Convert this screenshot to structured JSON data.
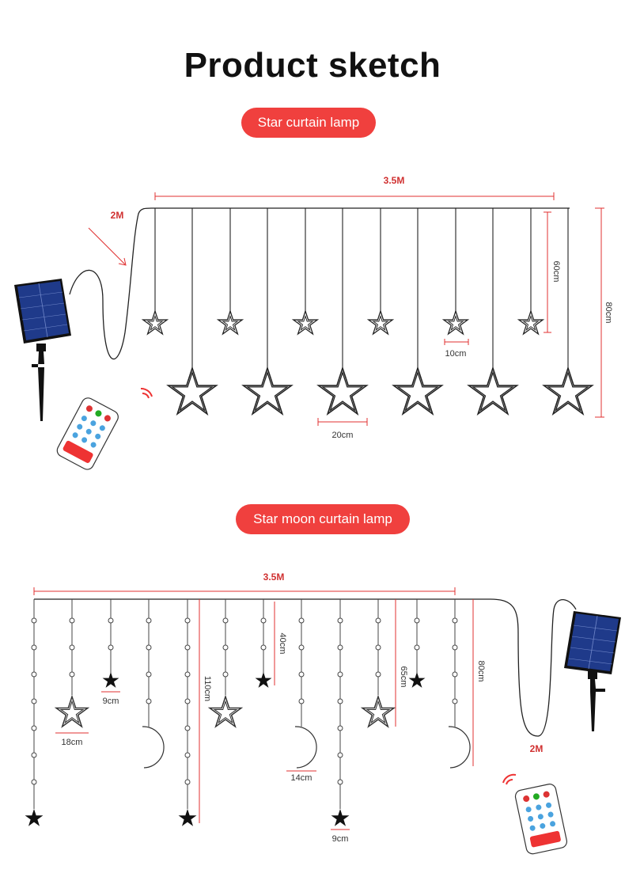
{
  "title": "Product sketch",
  "section1": {
    "label": "Star curtain lamp",
    "width_label": "3.5M",
    "cable_label": "2M",
    "drop_short": "60cm",
    "drop_long": "80cm",
    "small_star_size": "10cm",
    "big_star_size": "20cm"
  },
  "section2": {
    "label": "Star moon curtain lamp",
    "width_label": "3.5M",
    "cable_label": "2M",
    "drop_a": "40cm",
    "drop_b": "110cm",
    "drop_c": "65cm",
    "drop_d": "80cm",
    "small_star_size_a": "9cm",
    "small_star_size_b": "9cm",
    "outline_star_size": "18cm",
    "moon_size": "14cm"
  },
  "colors": {
    "accent": "#f0403e",
    "dimension": "#e03030",
    "wire": "#222222",
    "panel": "#1f3a8a"
  },
  "icons": [
    "solar-panel-icon",
    "remote-control-icon",
    "star-icon",
    "moon-icon",
    "signal-icon"
  ]
}
